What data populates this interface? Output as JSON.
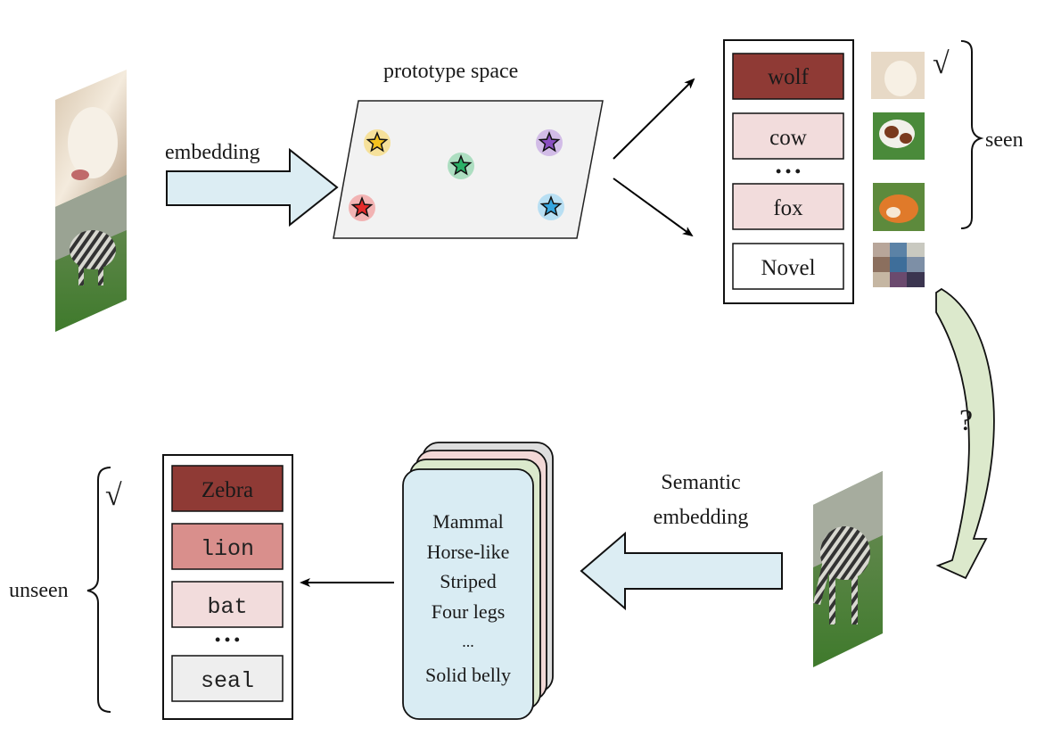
{
  "top": {
    "embedding_label": "embedding",
    "prototype_space_label": "prototype space",
    "seen_classes": [
      "wolf",
      "cow",
      "fox"
    ],
    "ellipsis": "• • •",
    "novel_label": "Novel",
    "check_mark": "√",
    "seen_label": "seen",
    "question_mark": "?"
  },
  "bottom": {
    "semantic_label_line1": "Semantic",
    "semantic_label_line2": "embedding",
    "attributes": [
      "Mammal",
      "Horse-like",
      "Striped",
      "Four legs",
      "...",
      "Solid belly"
    ],
    "unseen_classes": [
      "Zebra",
      "lion",
      "bat"
    ],
    "ellipsis": "• • •",
    "last_class": "seal",
    "check_mark": "√",
    "unseen_label": "unseen"
  },
  "colors": {
    "selected": "#8f3a35",
    "candidate": "#f2dcdc",
    "lion": "#d98f8c",
    "arrow_fill": "#dcedf3",
    "curved_arrow_fill": "#dce9cc",
    "plane_fill": "#f2f2f2",
    "card_front": "#d9ecf3",
    "seal_fill": "#eeeeee"
  },
  "prototype_stars": [
    {
      "color": "#f4c21f",
      "glow": "#f6dc84"
    },
    {
      "color": "#2bb067",
      "glow": "#9bd8b4"
    },
    {
      "color": "#8a4fc0",
      "glow": "#c9aee3"
    },
    {
      "color": "#e52b2b",
      "glow": "#f1a3a3"
    },
    {
      "color": "#35a6e0",
      "glow": "#a9d9f2"
    }
  ]
}
